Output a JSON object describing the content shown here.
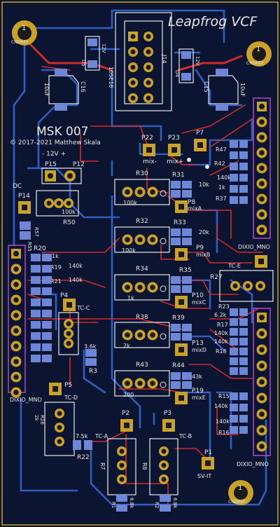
{
  "title": "Leapfrog VCF",
  "model": "MSK 007",
  "copyright": "© 2017-2021 Matthew Skala",
  "colors": {
    "board": "#0b1430",
    "silkscreen": "#e8e8e8",
    "copper_pad": "#c9a227",
    "trace_back": "#2f5fbf",
    "trace_front": "#d12a2a",
    "header_outline": "#c24ad0",
    "smd_pad": "#6d87d6"
  },
  "mounting_holes": [
    {
      "label": "CNDREF",
      "mark": "1"
    },
    {
      "label": "CNDREF",
      "mark": "1"
    },
    {
      "label": "CNDREF",
      "mark": "1"
    }
  ],
  "labels": {
    "power": "- 12V +",
    "p15": "P15",
    "p12": "P12",
    "dc": "DC",
    "p14": "P14",
    "r50": "R50",
    "r50_val": "100k",
    "p22": "P22",
    "p23": "P23",
    "p7": "P7",
    "mixminus": "mix-",
    "mixplus": "mix+",
    "r30": "R30",
    "r30_val": "100k",
    "r31": "R31",
    "r31_val": "10k",
    "p8": "P8",
    "p8_sub": "mixA",
    "r32": "R32",
    "r32_val": "100k",
    "r33": "R33",
    "r33_val": "20k",
    "p9": "P9",
    "p9_sub": "mixB",
    "r34": "R34",
    "r34_val": "1k",
    "r35": "R35",
    "p10": "P10",
    "p10_sub": "mixC",
    "r38": "R38",
    "r38_val": "2k",
    "r39": "R39",
    "p13": "P13",
    "p13_sub": "mixD",
    "r43": "R43",
    "r43_val": "200",
    "r44": "R44",
    "r44_val": "43k",
    "p19": "P19",
    "p19_sub": "mixE",
    "r20": "R20",
    "r20_val": "1k",
    "r19": "R19",
    "r19_val": "140k",
    "r21": "R21",
    "r21_val": "140k",
    "p4": "P4",
    "p4_sub": "TC-C",
    "r3": "R3",
    "r3_val": "3.6k",
    "p5": "P5",
    "p5_sub": "TC-D",
    "r22": "R22",
    "r22_val": "7.5k",
    "r26": "R26",
    "r26_val": "2k",
    "p2": "P2",
    "p2_sub": "TC-A",
    "p3": "P3",
    "p3_sub": "TC-B",
    "r7": "R7",
    "r8": "R8",
    "r1": "R1",
    "r1_val": "6.8k",
    "r2": "R2",
    "r2_val": "6.8k",
    "p1": "P1",
    "p1_sub": "SV-IT",
    "r27": "R27",
    "tce": "TC-E",
    "r23": "R23",
    "r23_val": "6.2k",
    "r17": "R17",
    "r17_val": "140k",
    "r18": "R18",
    "r18_val": "140k",
    "r15": "R15",
    "r15_val": "140k",
    "r16": "R16",
    "r47": "R47",
    "r42": "R42",
    "r37": "R37",
    "r42_val": "140k",
    "r37_val": "1k",
    "header_left": "DIXIO_MNO",
    "header_right": "DIXIO_MNO",
    "cap_left": "10uF",
    "cap_right": "10uF",
    "c15": "C15",
    "c16": "C16",
    "d5": "D5",
    "d4": "D4",
    "conn": "10SE16",
    "v12a": "12V",
    "v12b": "12V",
    "j14": "J14",
    "r55": "R55",
    "r57": "R57"
  }
}
